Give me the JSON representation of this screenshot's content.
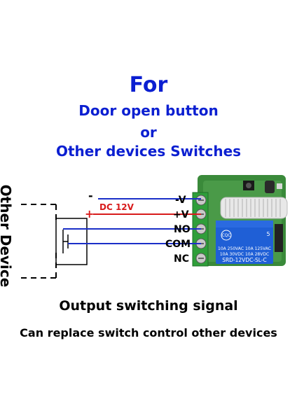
{
  "title": {
    "for": "For",
    "line1": "Door open button",
    "line2": "or",
    "line3": "Other devices Switches"
  },
  "side_label": "Other Device",
  "power": {
    "minus_sign": "-",
    "plus_sign": "+",
    "dc_label": "DC 12V"
  },
  "pins": {
    "minus_v": "-V",
    "plus_v": "+V",
    "no": "NO",
    "com": "COM",
    "nc": "NC"
  },
  "relay": {
    "brand_mark": "CQC",
    "pin_count": "5",
    "spec1": "10A 250VAC  10A 125VAC",
    "spec2": "10A 30VDC  10A 28VDC",
    "model": "SRD-12VDC-SL-C"
  },
  "captions": {
    "line1": "Output switching signal",
    "line2": "Can replace switch control other devices"
  },
  "colors": {
    "title_blue": "#0b1fd1",
    "wire_blue": "#1b2fc8",
    "wire_red": "#d81b1b",
    "pcb_green": "#3a8a3a",
    "terminal_green": "#2f9e3a",
    "relay_blue": "#1f5fd6"
  }
}
